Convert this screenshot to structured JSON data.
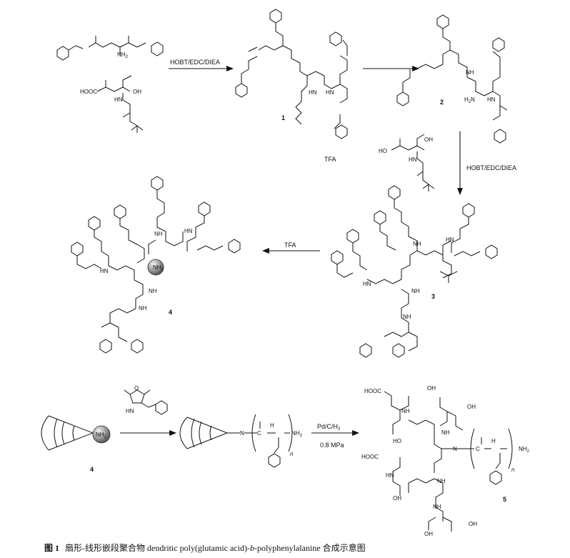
{
  "reagents": {
    "coupling_1": "HOBT/EDC/DIEA",
    "coupling_2": "HOBT/EDC/DIEA",
    "deprotect_top": "TFA",
    "deprotect_mid": "TFA",
    "hydrogenation_catalyst": "Pd/C/H",
    "hydrogenation_h_sub": "2",
    "hydrogenation_pressure": "0.8 MPa"
  },
  "compounds": {
    "c1": "1",
    "c2": "2",
    "c3": "3",
    "c4": "4",
    "c4b": "4",
    "c5": "5"
  },
  "groups": {
    "hooc": "HOOC",
    "ho": "HO",
    "oh": "OH",
    "hn": "HN",
    "nh": "NH",
    "nh2": "NH",
    "nh2_sub": "2",
    "h2n": "H",
    "h2n_sub": "2",
    "h2n_end": "N",
    "o": "O",
    "h": "H",
    "n_italic": "n",
    "n_atom": "N",
    "c_atom": "C"
  },
  "caption": {
    "figure_label": "图 1",
    "text_cn": "扇形-线形嵌段聚合物",
    "text_a": "dendritic poly(glutamic acid)-",
    "text_b": "b",
    "text_c": "-polyphenylalanine",
    "text_cn2": "合成示意图"
  }
}
